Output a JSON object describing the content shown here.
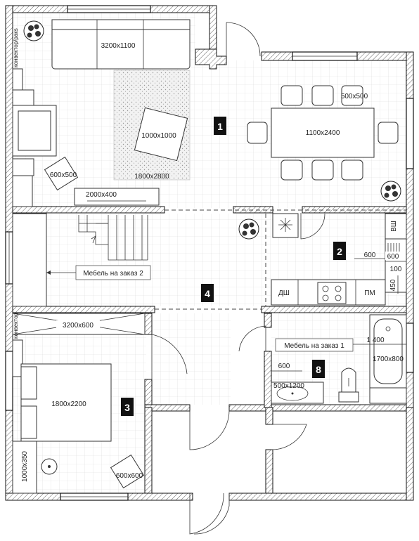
{
  "rooms": [
    {
      "number": "1"
    },
    {
      "number": "2"
    },
    {
      "number": "3"
    },
    {
      "number": "4"
    },
    {
      "number": "8"
    }
  ],
  "dimensions": {
    "sofa": "3200x1100",
    "rug": "1800x2800",
    "coffee_table": "1000x1000",
    "armchair": "600x500",
    "tv_unit": "2000x400",
    "dining_table": "1100x2400",
    "chair": "500x500",
    "wardrobe": "3200x600",
    "bed": "1800x2200",
    "bedroom_chair": "600x600",
    "dresser": "1000x350",
    "bathtub": "1700x800",
    "washbasin": "500x1200",
    "kitchen_600a": "600",
    "kitchen_600b": "600",
    "kitchen_100": "100",
    "kitchen_450": "450",
    "bath_1400": "1 400",
    "bath_600": "600"
  },
  "labels": {
    "radiator_living": "конвектор/ракs",
    "radiator_bedroom": "конвектор",
    "custom_furniture_2": "Мебель на заказ 2",
    "custom_furniture_1": "Мебель на заказ 1",
    "dishwasher": "ДШ",
    "washing_machine": "ВШ",
    "microwave": "ПМ"
  }
}
